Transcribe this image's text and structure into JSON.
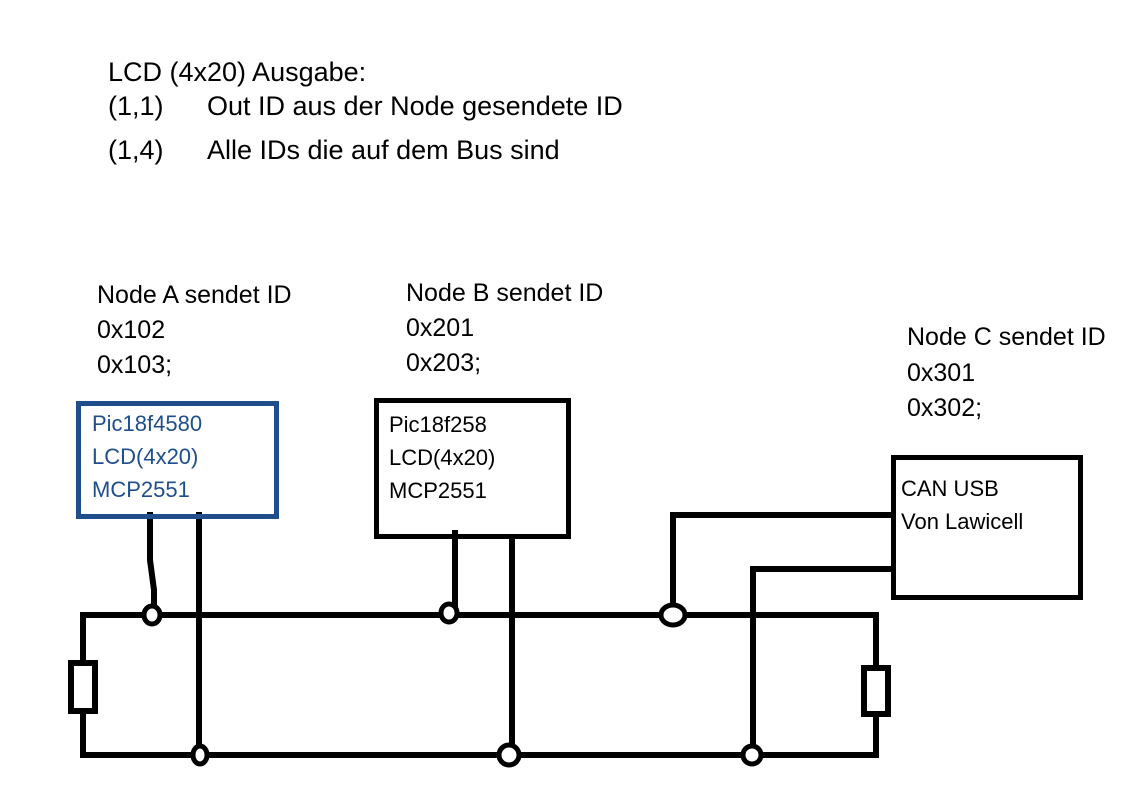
{
  "header": {
    "title": "LCD (4x20) Ausgabe:",
    "rows": [
      {
        "coord": "(1,1)",
        "desc": "Out ID aus der Node gesendete ID"
      },
      {
        "coord": "(1,4)",
        "desc": "Alle IDs die auf dem Bus sind"
      }
    ]
  },
  "nodes": {
    "a": {
      "label": "Node A sendet ID",
      "ids": [
        "0x102",
        "0x103;"
      ],
      "box_lines": [
        "Pic18f4580",
        "LCD(4x20)",
        "MCP2551"
      ],
      "color": "#1f4e8c"
    },
    "b": {
      "label": "Node B sendet ID",
      "ids": [
        "0x201",
        "0x203;"
      ],
      "box_lines": [
        "Pic18f258",
        "LCD(4x20)",
        "MCP2551"
      ],
      "color": "#000000"
    },
    "c": {
      "label": "Node C sendet ID",
      "ids": [
        "0x301",
        "0x302;"
      ],
      "box_lines": [
        "CAN USB",
        "Von Lawicell"
      ],
      "color": "#000000"
    }
  }
}
